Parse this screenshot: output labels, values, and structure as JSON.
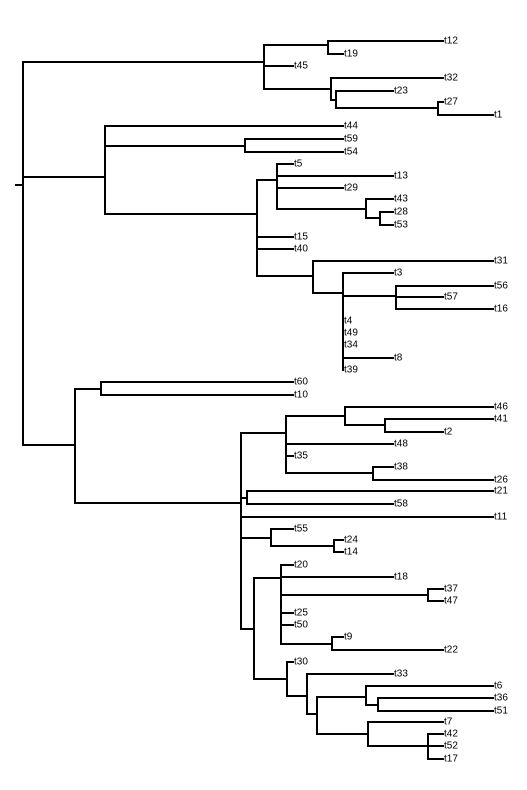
{
  "tree": {
    "tip_labels": [
      "t12",
      "t19",
      "t45",
      "t32",
      "t23",
      "t27",
      "t1",
      "t44",
      "t59",
      "t54",
      "t5",
      "t13",
      "t29",
      "t43",
      "t28",
      "t53",
      "t15",
      "t40",
      "t31",
      "t3",
      "t56",
      "t57",
      "t16",
      "t4",
      "t49",
      "t34",
      "t8",
      "t39",
      "t60",
      "t10",
      "t46",
      "t41",
      "t2",
      "t48",
      "t35",
      "t38",
      "t26",
      "t21",
      "t58",
      "t11",
      "t55",
      "t24",
      "t14",
      "t20",
      "t18",
      "t37",
      "t47",
      "t25",
      "t50",
      "t9",
      "t22",
      "t30",
      "t33",
      "t6",
      "t36",
      "t51",
      "t7",
      "t42",
      "t52",
      "t17"
    ]
  }
}
